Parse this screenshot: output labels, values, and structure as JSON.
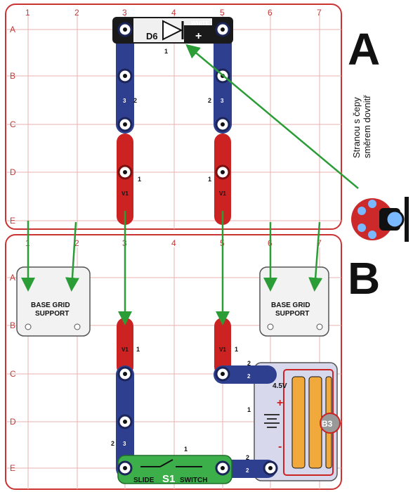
{
  "panel_a": {
    "letter": "A",
    "columns": [
      "1",
      "2",
      "3",
      "4",
      "5",
      "6",
      "7"
    ],
    "rows": [
      "A",
      "B",
      "C",
      "D",
      "E"
    ]
  },
  "panel_b": {
    "letter": "B",
    "columns": [
      "1",
      "2",
      "3",
      "4",
      "5",
      "6",
      "7"
    ],
    "rows": [
      "A",
      "B",
      "C",
      "D",
      "E"
    ]
  },
  "led": {
    "id": "D6",
    "color_word": "WHITE",
    "plus": "+",
    "level": "1"
  },
  "snaps": {
    "three": "3",
    "two": "2",
    "one": "1",
    "v1": "V1"
  },
  "battery": {
    "id": "B3",
    "voltage": "4.5V",
    "plus": "+",
    "minus": "-"
  },
  "switch": {
    "id": "S1",
    "left": "SLIDE",
    "right": "SWITCH"
  },
  "grid_support": {
    "line1": "BASE GRID",
    "line2": "SUPPORT"
  },
  "note": {
    "line1": "Stranou s čepy",
    "line2": "směrem dovnitř"
  },
  "colors": {
    "grid": "#e6a6a6",
    "border": "#cc3333",
    "blue_wire": "#2e3f8f",
    "red_wire": "#cc2222",
    "arrow": "#2a9d36",
    "switch": "#3cae4a",
    "battery": "#f2a93b"
  }
}
